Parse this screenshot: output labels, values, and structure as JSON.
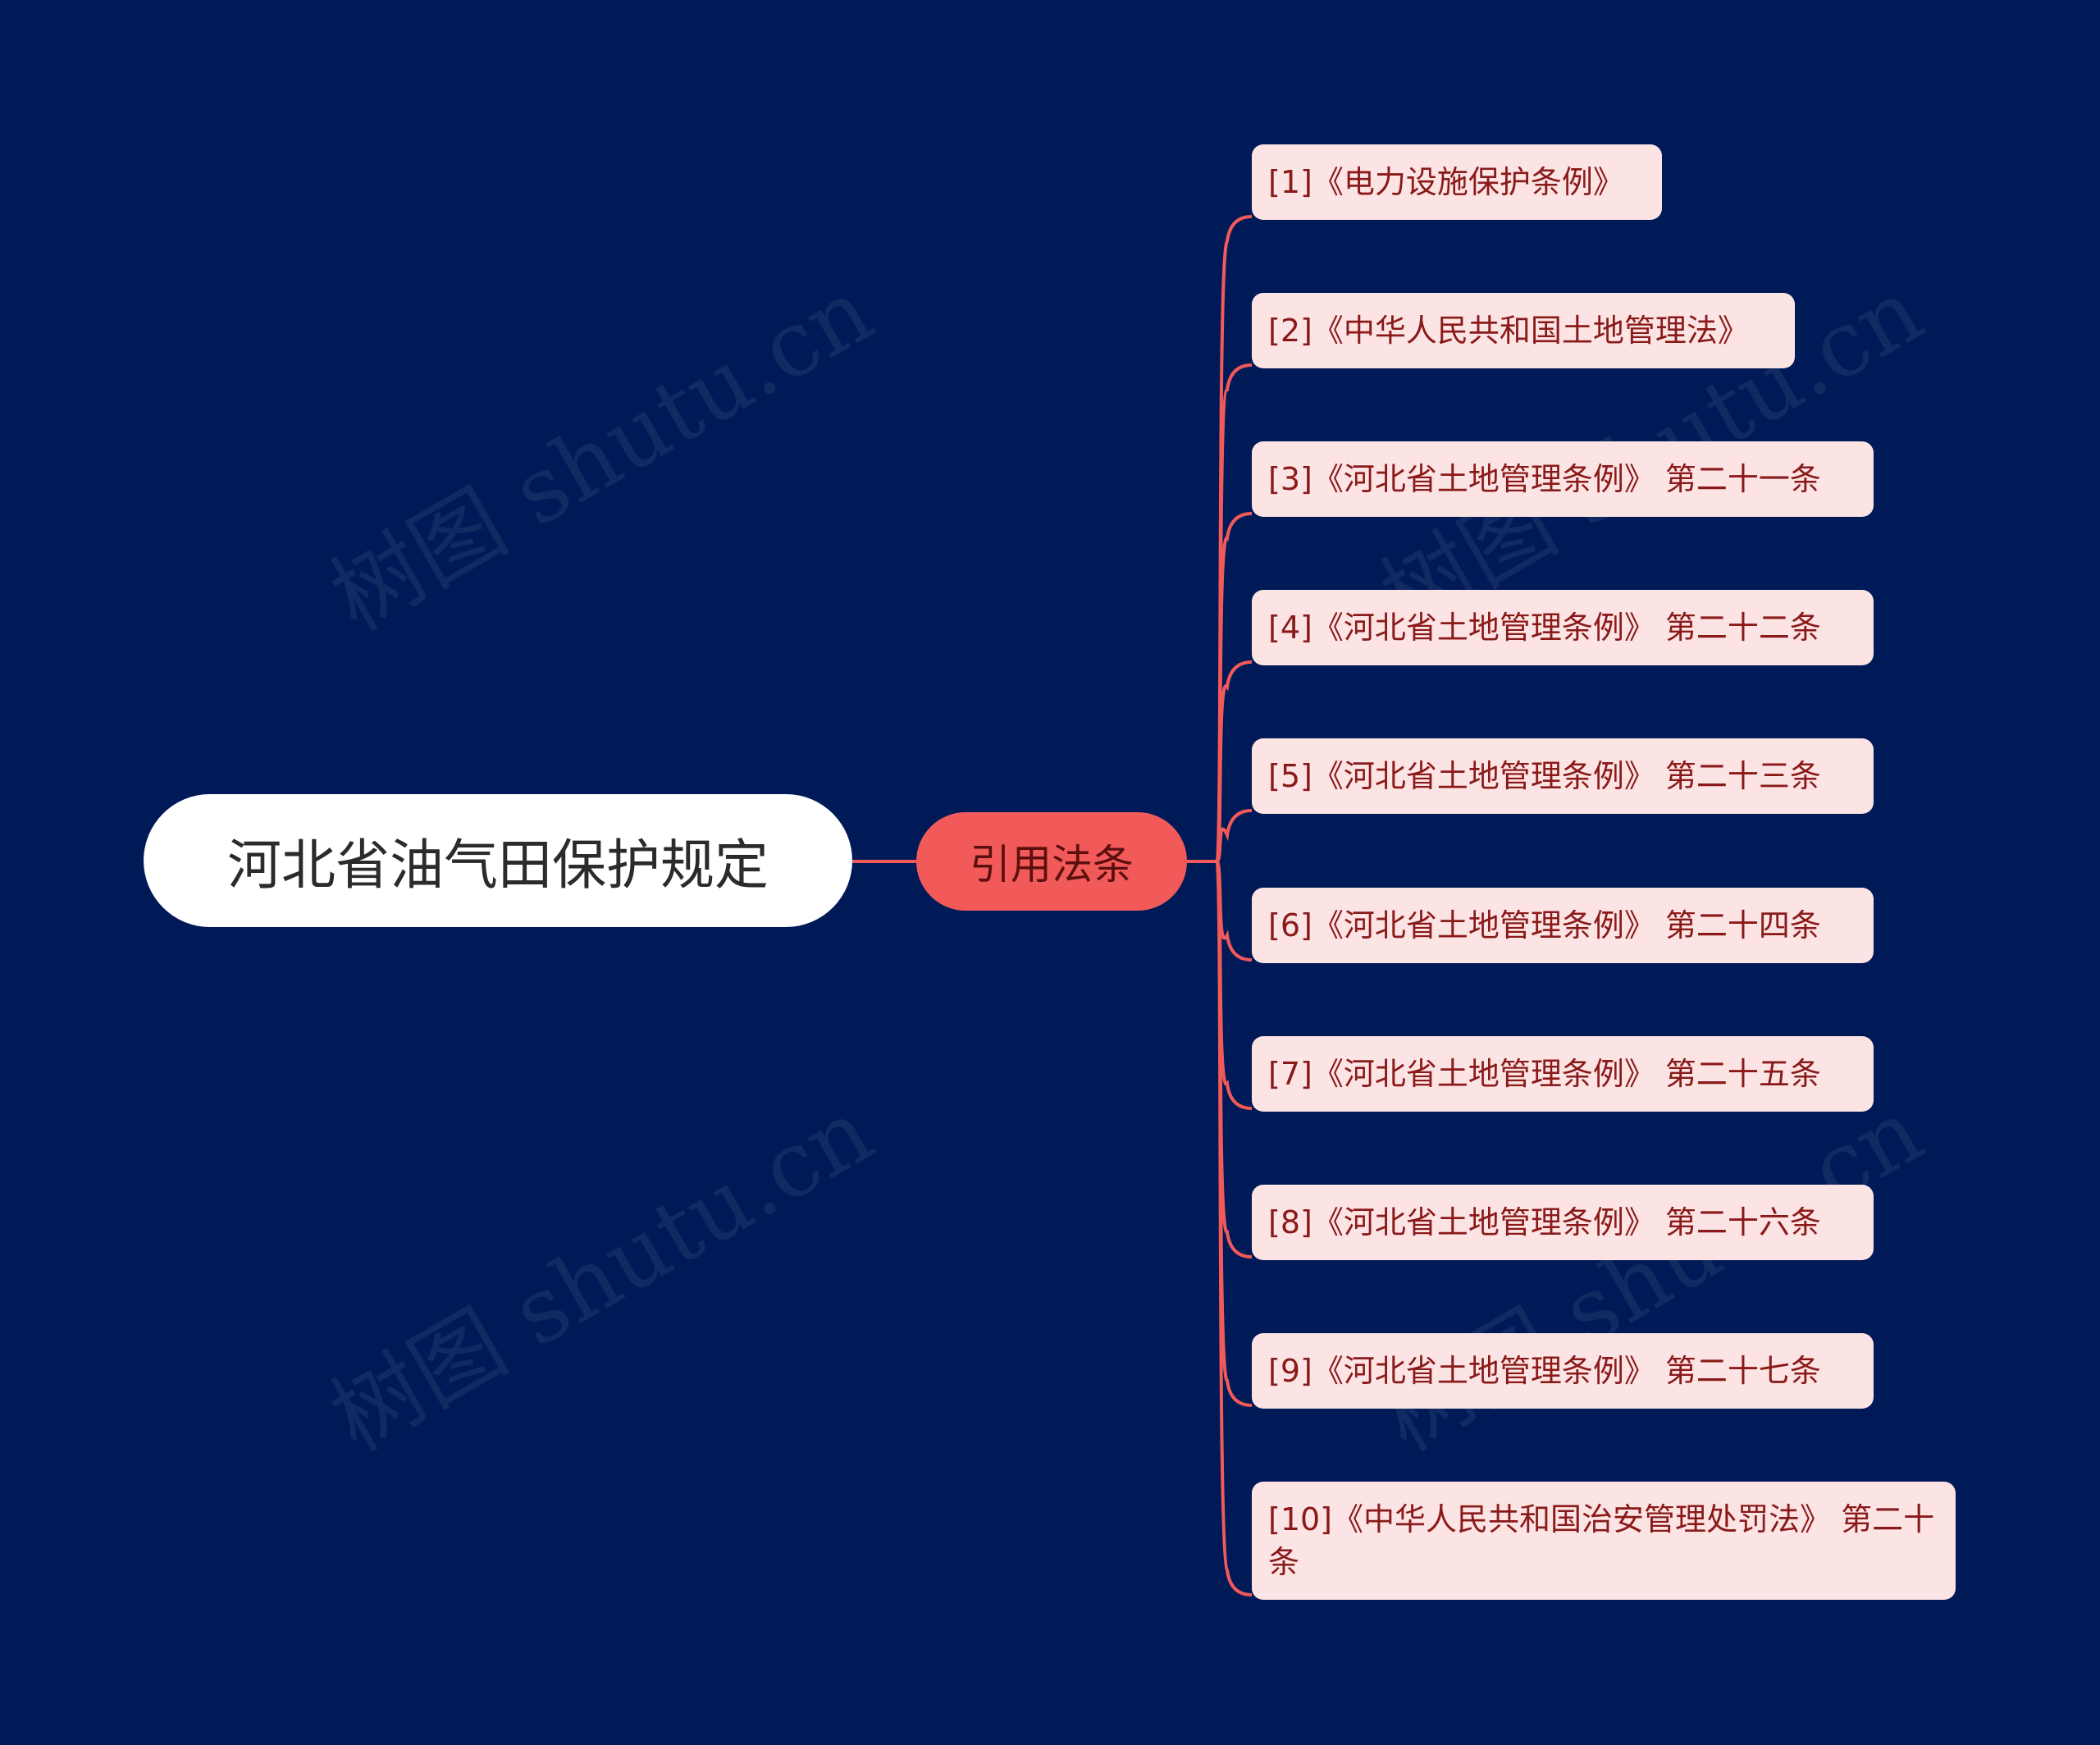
{
  "colors": {
    "background": "#001a57",
    "root_fill": "#ffffff",
    "mid_fill": "#f25a5a",
    "leaf_fill": "#fde4e4",
    "connector": "#f25a5a",
    "leaf_text": "#8a1a1a"
  },
  "watermark_text": "树图 shutu.cn",
  "root": {
    "label": "河北省油气田保护规定"
  },
  "branch": {
    "label": "引用法条"
  },
  "leaves": [
    {
      "label": "[1]《电力设施保护条例》"
    },
    {
      "label": "[2]《中华人民共和国土地管理法》"
    },
    {
      "label": "[3]《河北省土地管理条例》 第二十一条"
    },
    {
      "label": "[4]《河北省土地管理条例》 第二十二条"
    },
    {
      "label": "[5]《河北省土地管理条例》 第二十三条"
    },
    {
      "label": "[6]《河北省土地管理条例》 第二十四条"
    },
    {
      "label": "[7]《河北省土地管理条例》 第二十五条"
    },
    {
      "label": "[8]《河北省土地管理条例》 第二十六条"
    },
    {
      "label": "[9]《河北省土地管理条例》 第二十七条"
    },
    {
      "label": "[10]《中华人民共和国治安管理处罚法》 第二十条"
    }
  ]
}
